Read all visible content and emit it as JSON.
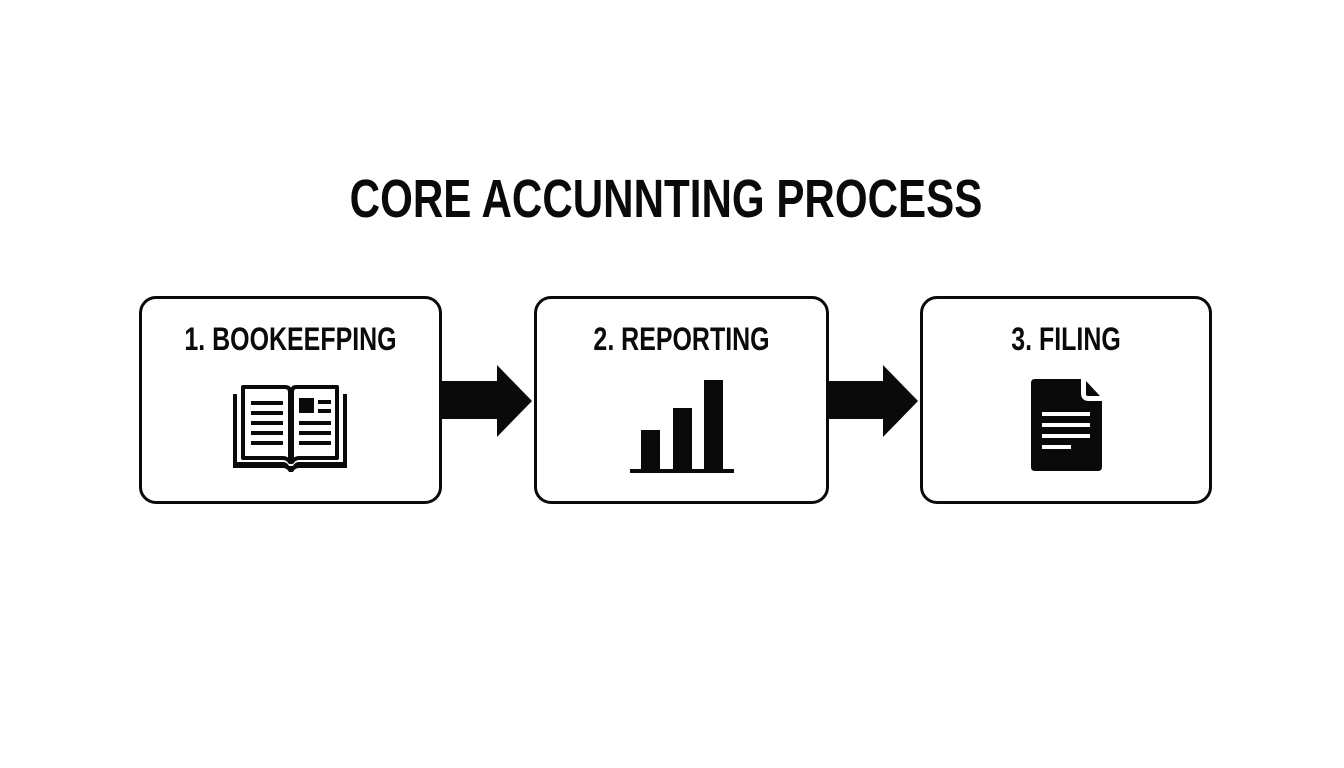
{
  "diagram": {
    "title": "CORE ACCUNNTING PROCESS",
    "colors": {
      "background": "#ffffff",
      "foreground": "#0a0a0a"
    },
    "steps": [
      {
        "label": "1. BOOKEEFPING",
        "icon": "open-book-icon"
      },
      {
        "label": "2. REPORTING",
        "icon": "bar-chart-icon"
      },
      {
        "label": "3. FILING",
        "icon": "document-icon"
      }
    ],
    "connectors": [
      {
        "from": "1. BOOKEEFPING",
        "to": "2. REPORTING",
        "icon": "arrow-right-icon"
      },
      {
        "from": "2. REPORTING",
        "to": "3. FILING",
        "icon": "arrow-right-icon"
      }
    ]
  }
}
